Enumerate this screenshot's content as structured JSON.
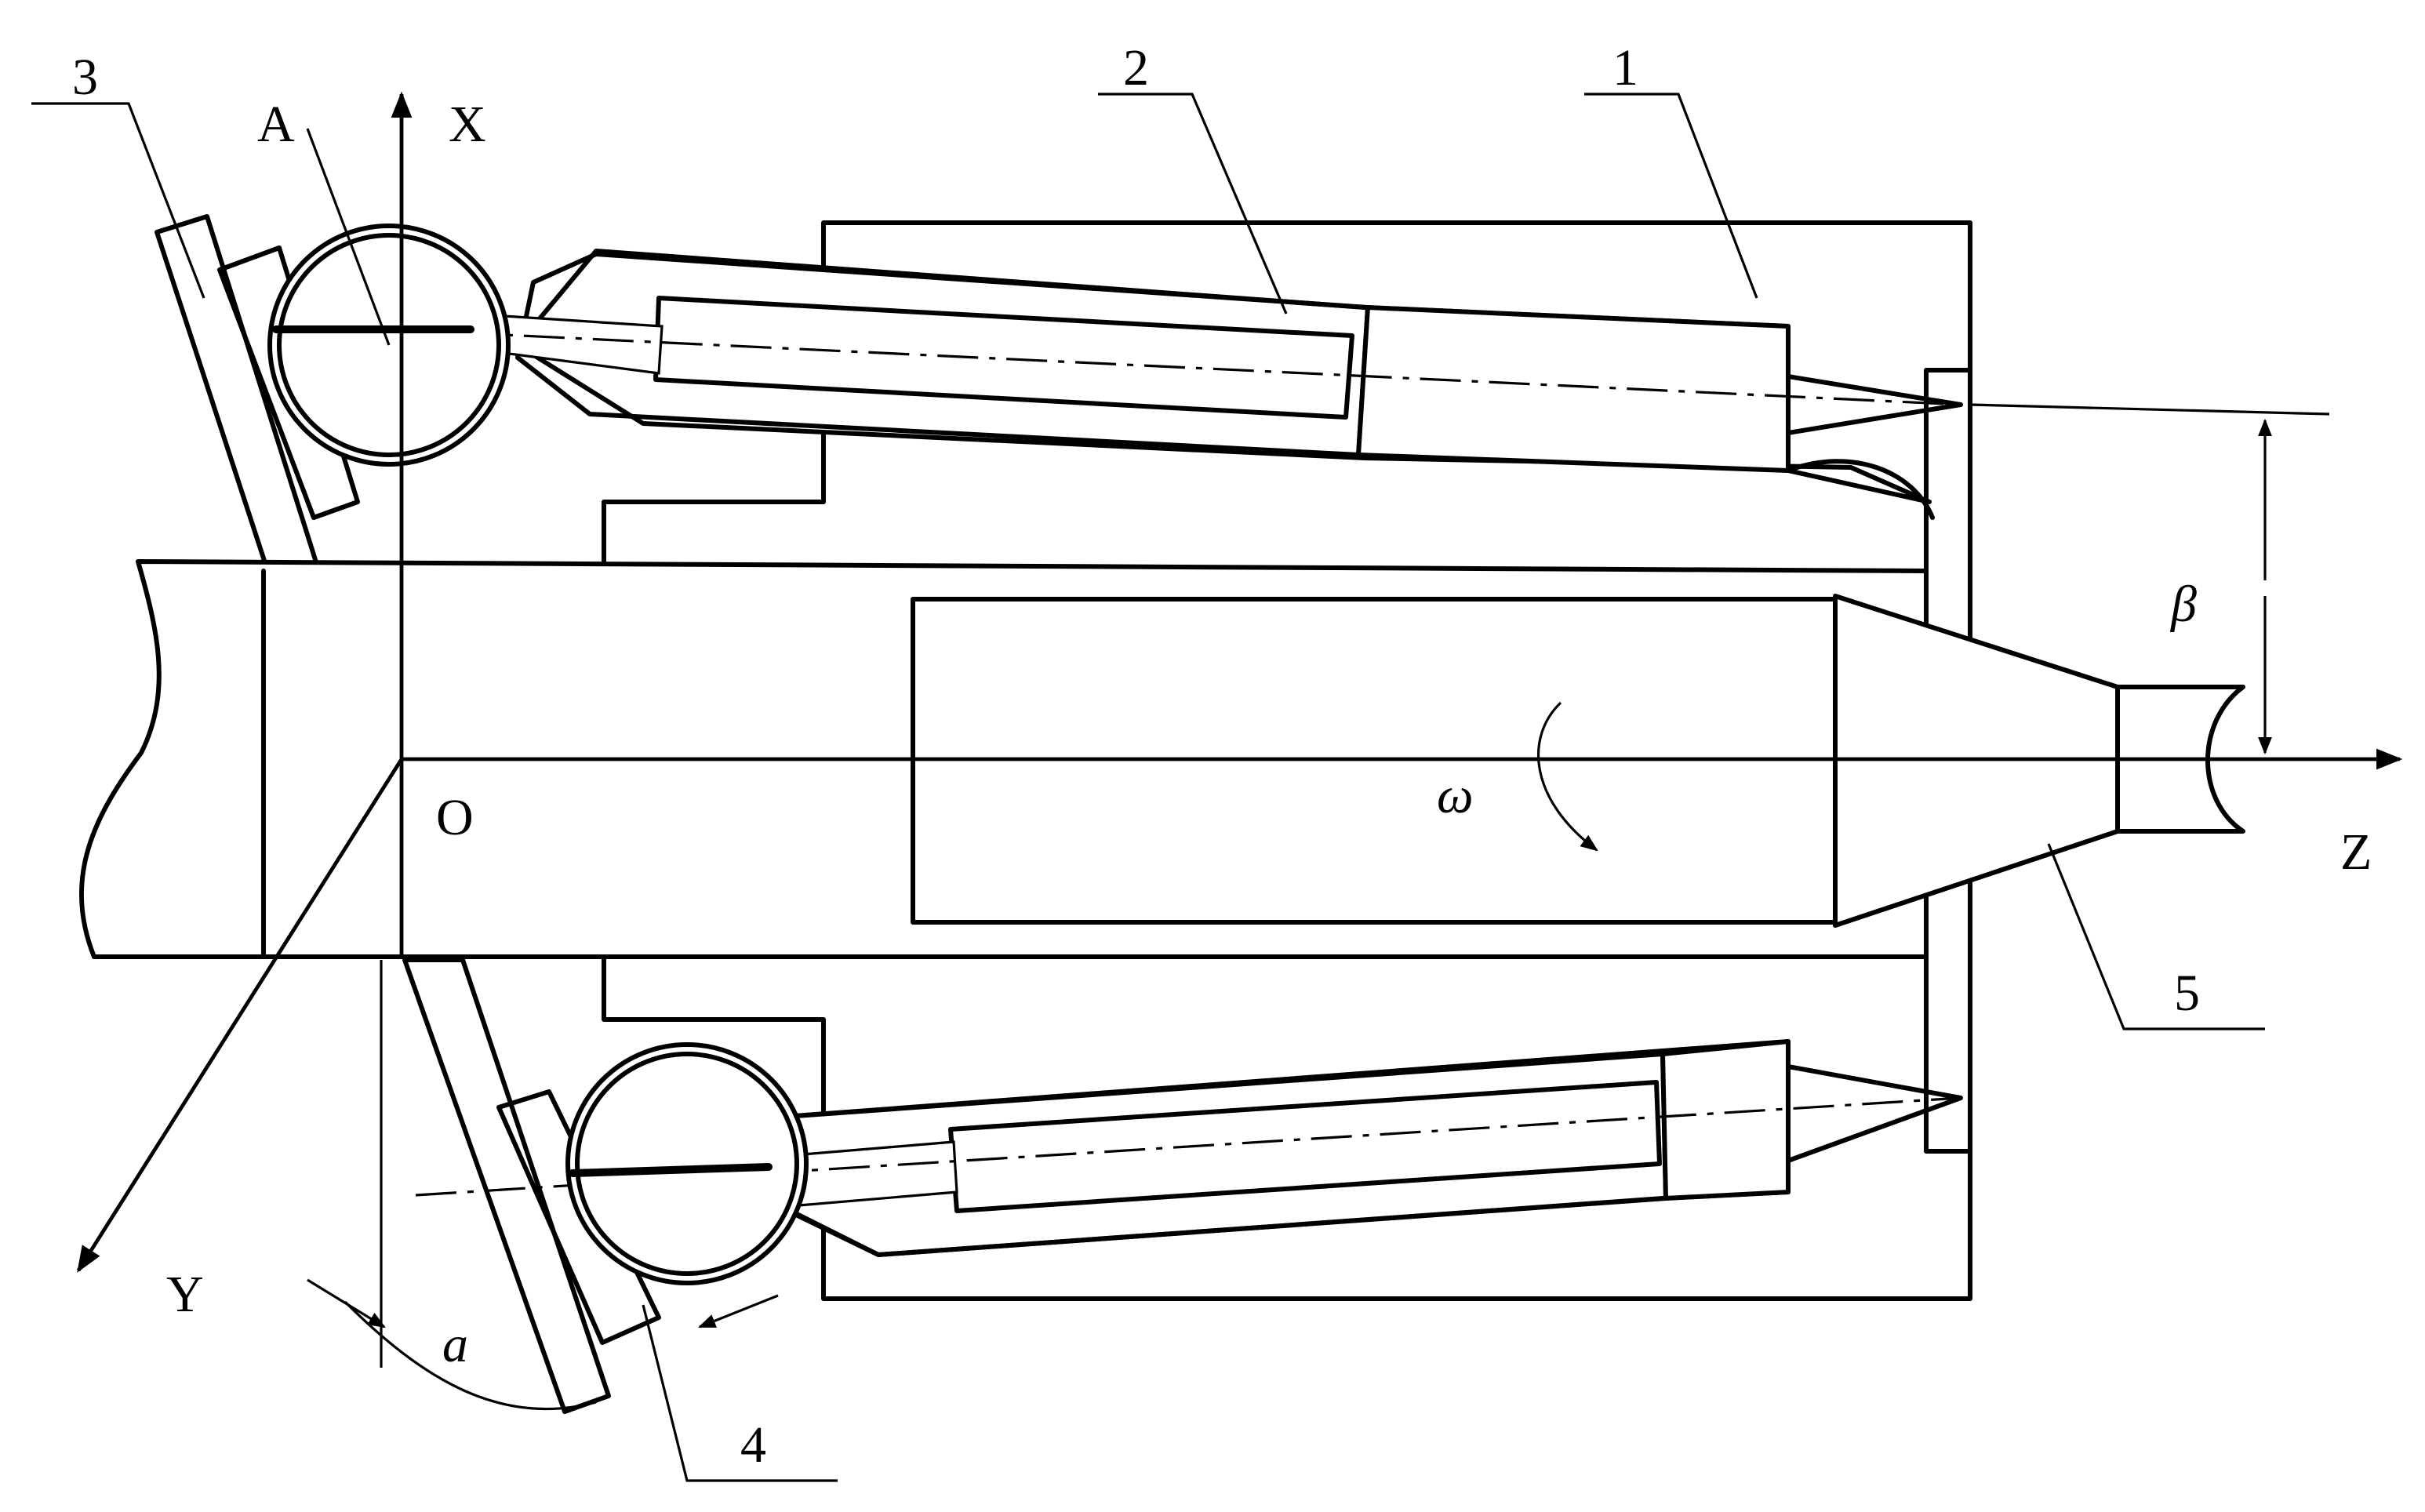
{
  "labels": {
    "part1": "1",
    "part2": "2",
    "part3": "3",
    "part4": "4",
    "part5": "5",
    "point_a": "A",
    "origin": "O",
    "axis_x": "X",
    "axis_y": "Y",
    "axis_z": "Z",
    "omega": "ω",
    "beta": "β",
    "alpha": "a"
  },
  "colors": {
    "line": "#000000",
    "background": "#ffffff"
  }
}
